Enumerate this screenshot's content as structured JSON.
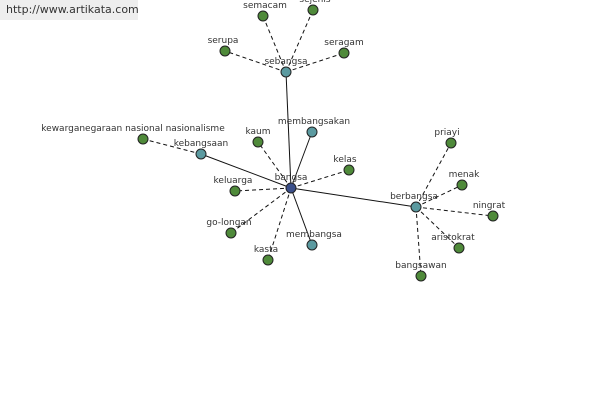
{
  "watermark": "http://www.artikata.com",
  "colors": {
    "center": "#3a4f8a",
    "hub": "#5b9aa0",
    "leaf": "#4f8a3a",
    "stroke": "#222222",
    "edge": "#111111"
  },
  "nodes": [
    {
      "id": "bangsa",
      "label": "bangsa",
      "kind": "center"
    },
    {
      "id": "sebangsa",
      "label": "sebangsa",
      "kind": "hub"
    },
    {
      "id": "kebangsaan",
      "label": "kebangsaan",
      "kind": "hub"
    },
    {
      "id": "membangsakan",
      "label": "membangsakan",
      "kind": "hub"
    },
    {
      "id": "membangsa",
      "label": "membangsa",
      "kind": "hub"
    },
    {
      "id": "berbangsa",
      "label": "berbangsa",
      "kind": "hub"
    },
    {
      "id": "semacam",
      "label": "semacam",
      "kind": "leaf"
    },
    {
      "id": "sejenis",
      "label": "sejenis",
      "kind": "leaf"
    },
    {
      "id": "serupa",
      "label": "serupa",
      "kind": "leaf"
    },
    {
      "id": "seragam",
      "label": "seragam",
      "kind": "leaf"
    },
    {
      "id": "kewarganegaraan",
      "label": "kewarganegaraan nasional nasionalisme",
      "kind": "leaf"
    },
    {
      "id": "kaum",
      "label": "kaum",
      "kind": "leaf"
    },
    {
      "id": "kelas",
      "label": "kelas",
      "kind": "leaf"
    },
    {
      "id": "keluarga",
      "label": "keluarga",
      "kind": "leaf"
    },
    {
      "id": "golongan",
      "label": "go-longan",
      "kind": "leaf"
    },
    {
      "id": "kasta",
      "label": "kasta",
      "kind": "leaf"
    },
    {
      "id": "priayi",
      "label": "priayi",
      "kind": "leaf"
    },
    {
      "id": "menak",
      "label": "menak",
      "kind": "leaf"
    },
    {
      "id": "ningrat",
      "label": "ningrat",
      "kind": "leaf"
    },
    {
      "id": "aristokrat",
      "label": "aristokrat",
      "kind": "leaf"
    },
    {
      "id": "bangsawan",
      "label": "bangsawan",
      "kind": "leaf"
    }
  ],
  "edges": [
    {
      "from": "bangsa",
      "to": "sebangsa",
      "style": "solid"
    },
    {
      "from": "bangsa",
      "to": "kebangsaan",
      "style": "solid"
    },
    {
      "from": "bangsa",
      "to": "membangsakan",
      "style": "solid"
    },
    {
      "from": "bangsa",
      "to": "membangsa",
      "style": "solid"
    },
    {
      "from": "bangsa",
      "to": "berbangsa",
      "style": "solid"
    },
    {
      "from": "bangsa",
      "to": "kaum",
      "style": "dashed"
    },
    {
      "from": "bangsa",
      "to": "kelas",
      "style": "dashed"
    },
    {
      "from": "bangsa",
      "to": "keluarga",
      "style": "dashed"
    },
    {
      "from": "bangsa",
      "to": "golongan",
      "style": "dashed"
    },
    {
      "from": "bangsa",
      "to": "kasta",
      "style": "dashed"
    },
    {
      "from": "sebangsa",
      "to": "semacam",
      "style": "dashed"
    },
    {
      "from": "sebangsa",
      "to": "sejenis",
      "style": "dashed"
    },
    {
      "from": "sebangsa",
      "to": "serupa",
      "style": "dashed"
    },
    {
      "from": "sebangsa",
      "to": "seragam",
      "style": "dashed"
    },
    {
      "from": "kebangsaan",
      "to": "kewarganegaraan",
      "style": "dashed"
    },
    {
      "from": "berbangsa",
      "to": "priayi",
      "style": "dashed"
    },
    {
      "from": "berbangsa",
      "to": "menak",
      "style": "dashed"
    },
    {
      "from": "berbangsa",
      "to": "ningrat",
      "style": "dashed"
    },
    {
      "from": "berbangsa",
      "to": "aristokrat",
      "style": "dashed"
    },
    {
      "from": "berbangsa",
      "to": "bangsawan",
      "style": "dashed"
    }
  ]
}
